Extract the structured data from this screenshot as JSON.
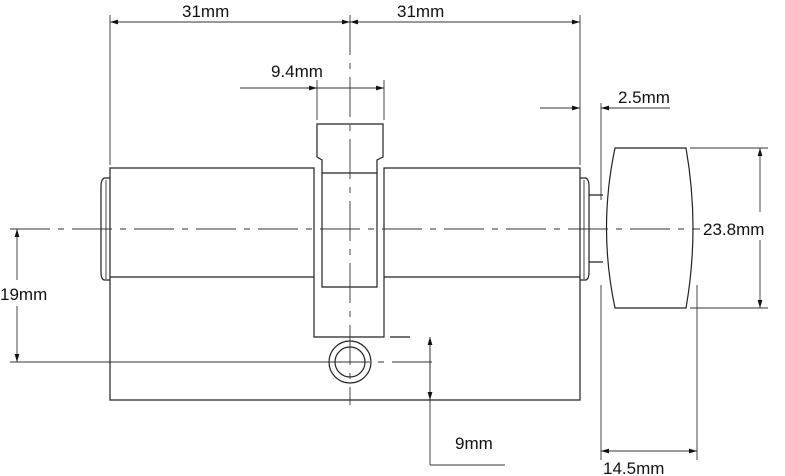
{
  "dimensions": {
    "left_half_length": "31mm",
    "right_half_length": "31mm",
    "cam_width": "9.4mm",
    "knob_gap": "2.5mm",
    "knob_diameter": "23.8mm",
    "center_to_screw": "19mm",
    "screw_to_bottom": "9mm",
    "knob_length": "14.5mm"
  },
  "colors": {
    "line": "#222222",
    "background": "#ffffff"
  }
}
